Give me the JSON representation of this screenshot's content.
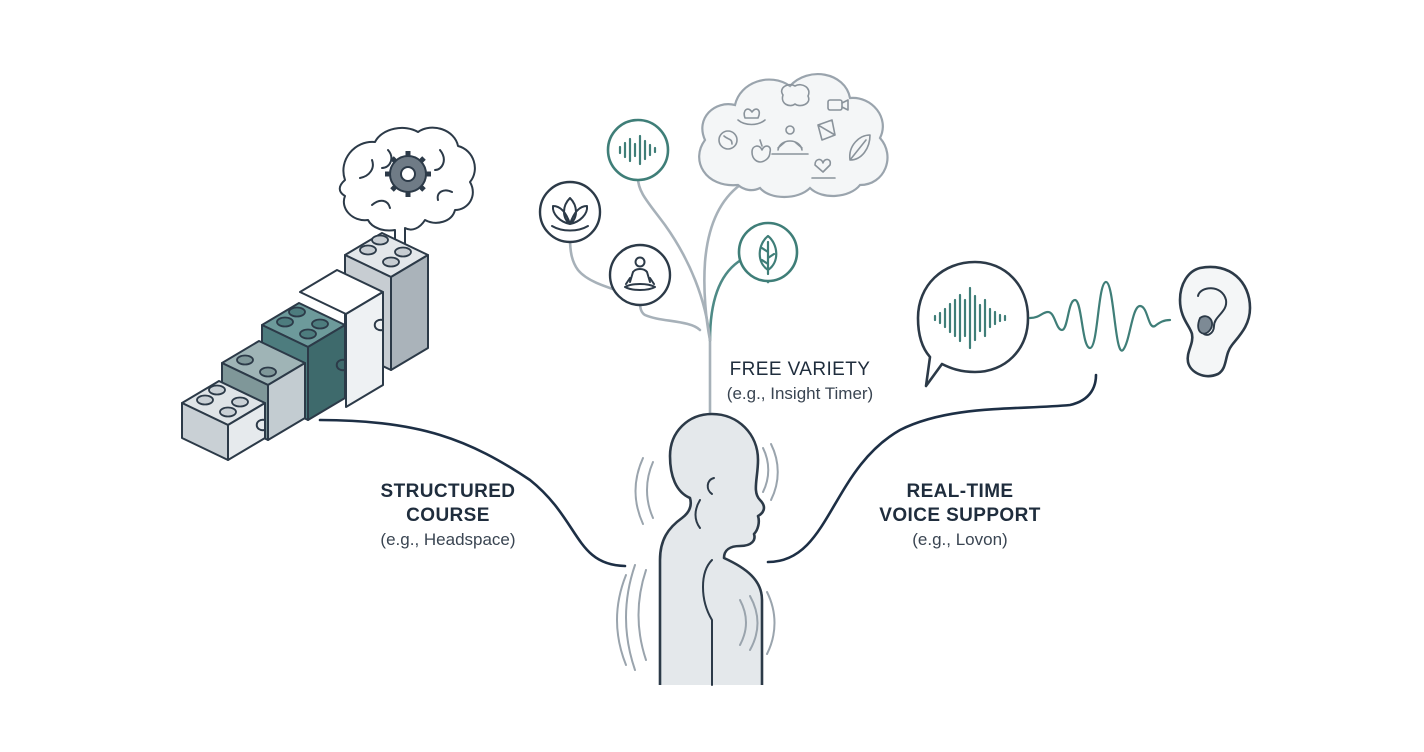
{
  "labels": {
    "structured": {
      "title_line1": "STRUCTURED",
      "title_line2": "COURSE",
      "example": "(e.g., Headspace)"
    },
    "variety": {
      "title": "FREE VARIETY",
      "example": "(e.g., Insight Timer)"
    },
    "voice": {
      "title_line1": "REAL-TIME",
      "title_line2": "VOICE SUPPORT",
      "example": "(e.g., Lovon)"
    }
  },
  "colors": {
    "ink": "#1d2f45",
    "teal": "#3f7e78",
    "dark_teal": "#456f70",
    "light_gray": "#dfe4e7",
    "branch_gray": "#a7b1b9"
  },
  "icons": [
    "brain-gear-icon",
    "building-blocks-icon",
    "sound-wave-icon",
    "lotus-icon",
    "meditation-icon",
    "leaf-icon",
    "idea-cloud-icon",
    "speech-bubble-icon",
    "ear-icon",
    "person-icon"
  ]
}
